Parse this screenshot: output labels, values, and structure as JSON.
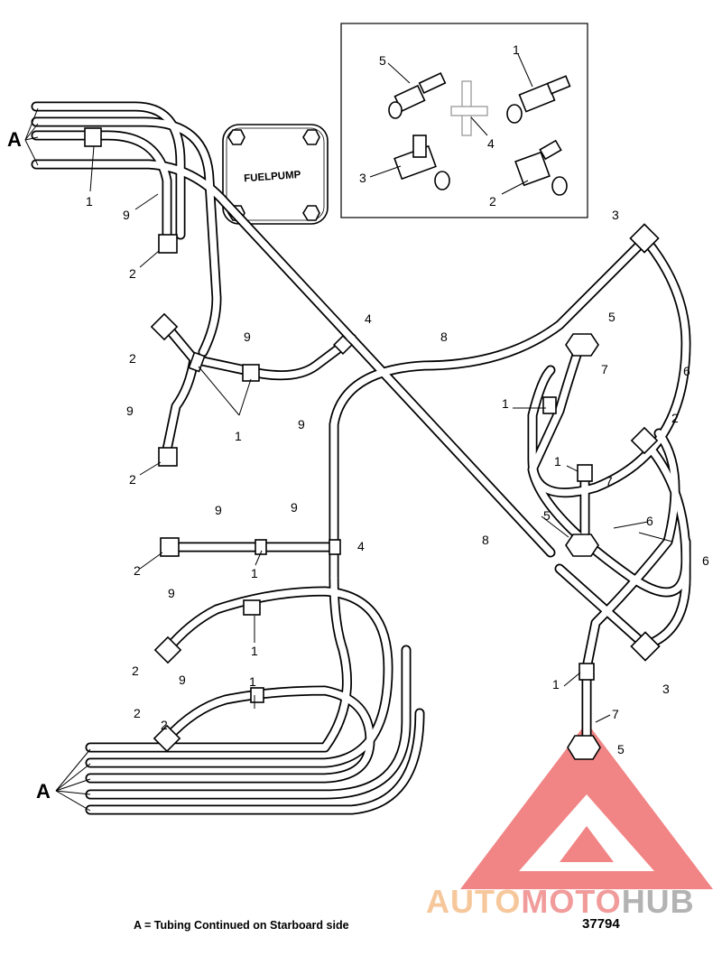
{
  "diagram": {
    "section_marker": "A",
    "inset_panel_label": "FUELPUMP",
    "caption": "A = Tubing Continued on Starboard side",
    "figure_number": "37794",
    "watermark": [
      "AUTO",
      "MOTO",
      "HUB"
    ],
    "callouts": {
      "inset": [
        "5",
        "1",
        "4",
        "3",
        "2"
      ],
      "main": [
        "1",
        "9",
        "2",
        "2",
        "9",
        "9",
        "1",
        "2",
        "9",
        "4",
        "8",
        "5",
        "7",
        "6",
        "1",
        "1",
        "7",
        "3",
        "2",
        "6",
        "6",
        "5",
        "8",
        "9",
        "9",
        "2",
        "1",
        "4",
        "2",
        "9",
        "1",
        "2",
        "9",
        "2",
        "1",
        "3",
        "1",
        "7",
        "5"
      ]
    },
    "colors": {
      "line": "#000000",
      "watermark_red": "#ee6a6a",
      "watermark_orange": "#f6c79a",
      "watermark_gray": "#b3b3b3"
    }
  }
}
